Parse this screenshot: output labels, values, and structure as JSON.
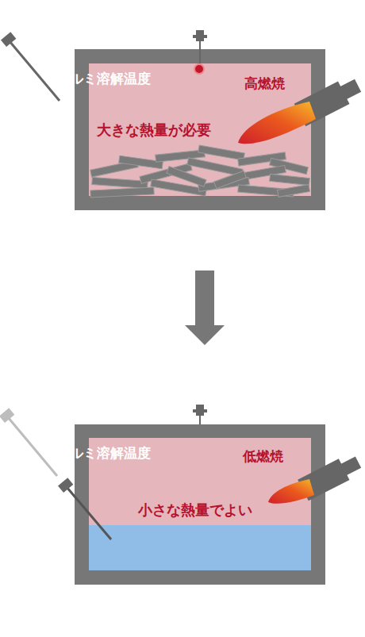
{
  "diagram": {
    "nodes": [
      {
        "text": [
          "ルミ溶解温度",
          "高燃焼",
          "大きな熱量が必要"
        ]
      },
      {
        "text": [
          "ルミ溶解温度",
          "低燃焼",
          "小さな熱量でよい"
        ]
      }
    ],
    "edges": [
      {
        "from": 0,
        "to": 1,
        "arrow": "to"
      }
    ]
  }
}
